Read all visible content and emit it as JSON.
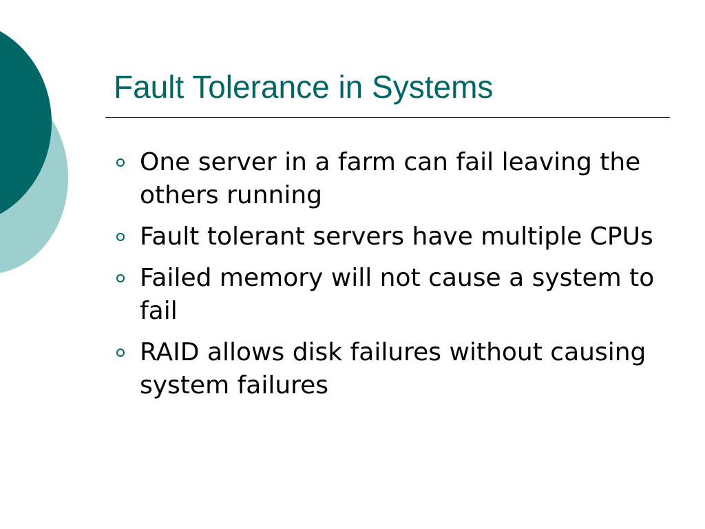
{
  "slide": {
    "title": "Fault Tolerance in Systems",
    "bullets": [
      "One server in a farm can fail leaving the others running",
      "Fault tolerant servers have multiple CPUs",
      "Failed memory will not cause a system to fail",
      "RAID allows disk failures without causing system failures"
    ]
  },
  "theme": {
    "accent_dark": "#006666",
    "accent_light": "#9ecfcf",
    "text": "#000000",
    "background": "#ffffff"
  }
}
